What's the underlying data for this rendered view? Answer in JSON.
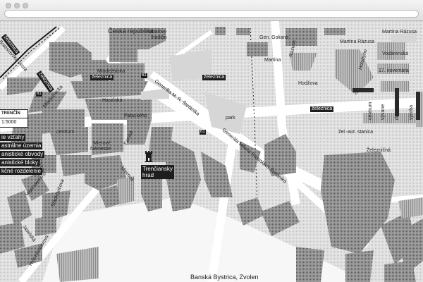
{
  "colors": {
    "block": "#8c8c8c",
    "block_dark": "#6f6f6f",
    "park": "#d2d2d2",
    "road": "#ffffff",
    "bg": "#f3f3f3",
    "label_bg": "#1e1e1e"
  },
  "overlay": {
    "city": "TRENČÍN",
    "scale": "1:5000"
  },
  "legend": [
    "ie vzťahy",
    "astrálne územia",
    "anistické obvody",
    "anistické bloky",
    "kčné rozdelenie"
  ],
  "castle": {
    "icon": "castle-icon",
    "label_line1": "Trenčiansky",
    "label_line2": "hrad"
  },
  "streets": {
    "ceska_republika": "Česká republika",
    "stadion": "ttbalový",
    "stadion2": "štadión",
    "gen_golian": "Gen. Goliana",
    "martina_razusa": "Martina Rázusa",
    "martina_razusa2": "Martina Rázusa",
    "martina": "Martina",
    "razusa": "Rázusa",
    "vodarenska": "Vodárenská",
    "novembra": "17. novembra",
    "holubyho": "Holubyho",
    "hodzova": "Hodžova",
    "mladeznicka": "Mládežnícka",
    "hasicka": "Hasičská",
    "palackeho": "Palackého",
    "centrum": "centrum",
    "mierove": "Mierové",
    "namestie": "Námestie",
    "gen_stefanik": "Generála M. R. Štefánika",
    "gen_milan_stefanik": "Generála Milana Rastislava Štefánika",
    "park": "park",
    "zel_stanica": "žel.-aut. stanica",
    "zeleznicna": "Železničná",
    "centrum_v": "centrum",
    "vyvane": "vývane",
    "doprava": "doprava",
    "vyroba": "výroba",
    "banska": "Banská Bystrica, Zvolen",
    "mieroveho": "Mládežnícka",
    "vajanskeho": "Vajanského",
    "sladkovicova": "Sládkovičova",
    "jaselska": "Jaselská",
    "hviezdoslavova": "Hviezdoslavova",
    "stefanikova": "Štúrovo",
    "farska": "Farská",
    "zelena": "Mierová",
    "naspalisade": "Bratislavská cesta"
  },
  "tags": {
    "zeleznica1": "železnica",
    "zeleznica2": "železnica",
    "zeleznica3": "železnica",
    "zeleznica4": "železnica",
    "zeleznica_diag": "železnica"
  },
  "route_numbers": {
    "r1": "61",
    "r2": "61",
    "r3": "61"
  }
}
